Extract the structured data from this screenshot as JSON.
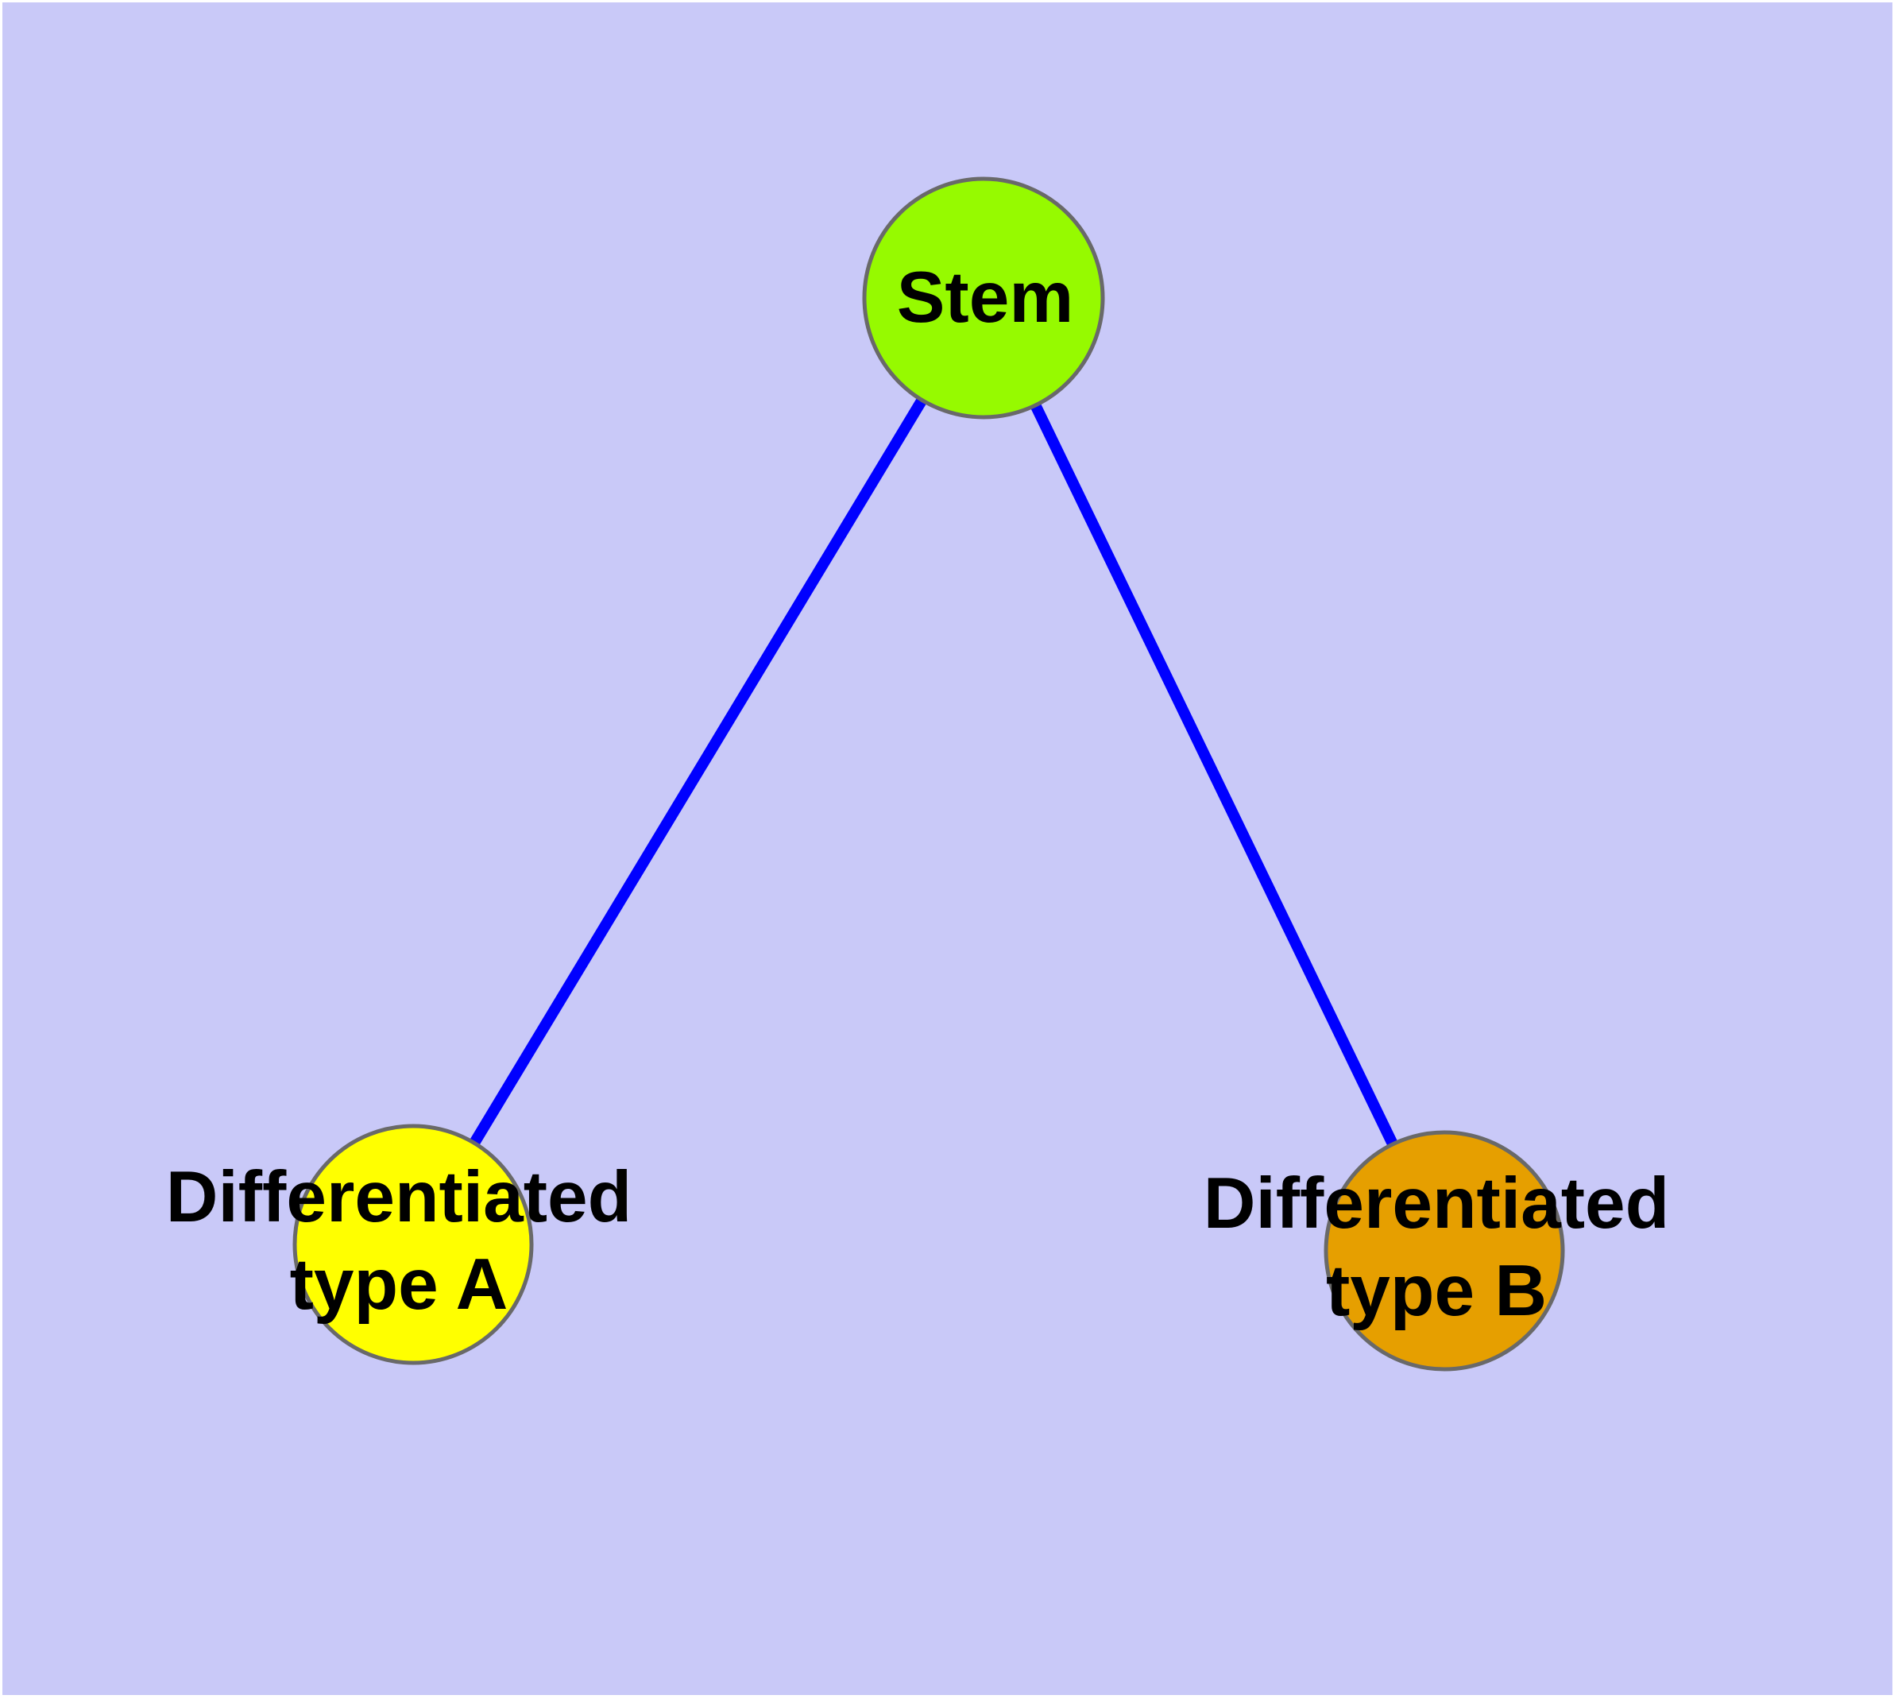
{
  "diagram": {
    "type": "graph",
    "description_colors": {
      "background": "#C9C9F8",
      "frame": "#FFFFFF",
      "edge": "#0000FF",
      "node_border": "#696969",
      "label_text": "#000000"
    },
    "nodes": [
      {
        "id": "stem",
        "lines": [
          "Stem"
        ],
        "label_text": "Stem",
        "fill": "#96FA00"
      },
      {
        "id": "type-a",
        "lines": [
          "Differentiated",
          "type A"
        ],
        "label_text": "Differentiated type A",
        "fill": "#FFFF00"
      },
      {
        "id": "type-b",
        "lines": [
          "Differentiated",
          "type B"
        ],
        "label_text": "Differentiated type B",
        "fill": "#E69F00"
      }
    ],
    "edges": [
      {
        "from": "stem",
        "to": "type-a"
      },
      {
        "from": "stem",
        "to": "type-b"
      }
    ]
  }
}
